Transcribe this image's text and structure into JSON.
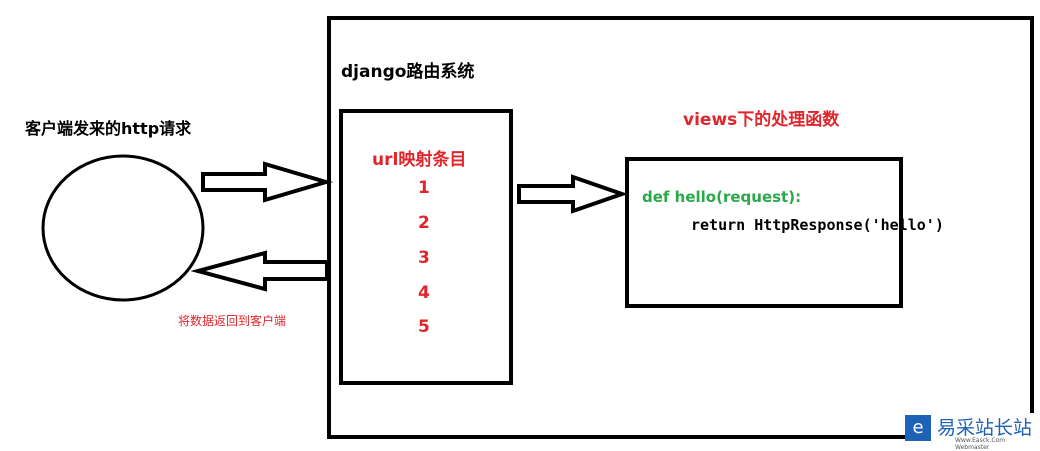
{
  "client_label": "客户端发来的http请求",
  "return_label": "将数据返回到客户端",
  "system_label": "django路由系统",
  "url_box": {
    "title": "url映射条目",
    "items": [
      "1",
      "2",
      "3",
      "4",
      "5"
    ]
  },
  "views_label": "views下的处理函数",
  "code": {
    "line1": "def hello(request):",
    "line2": "return HttpResponse('hello')"
  },
  "colors": {
    "red": "#e0262c",
    "green": "#2aa84a",
    "stroke": "#000000"
  },
  "watermark": {
    "name": "易采站长站",
    "sub": "Www.Easck.Com Webmaster"
  }
}
